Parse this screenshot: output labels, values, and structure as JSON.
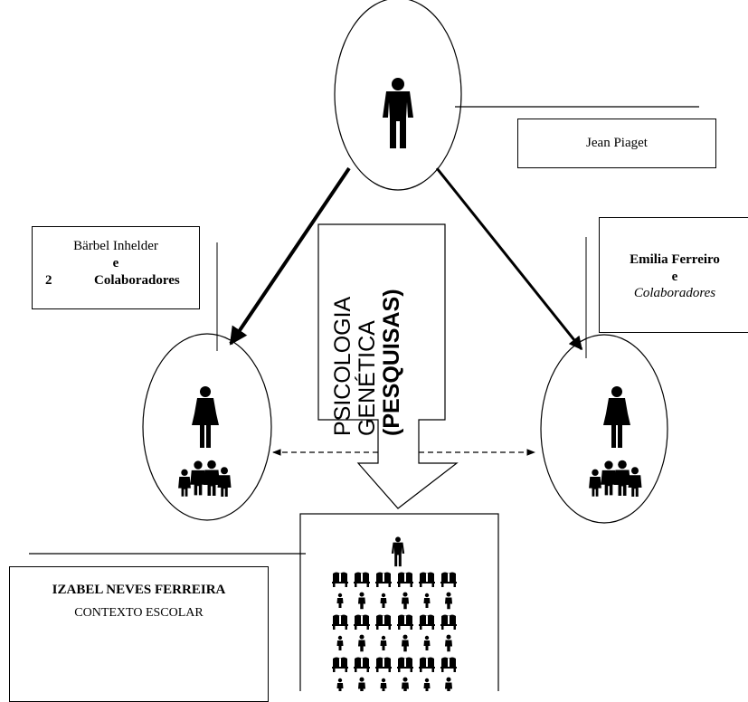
{
  "nodes": {
    "piaget": {
      "name": "Jean Piaget"
    },
    "inhelder": {
      "line1": "Bärbel Inhelder",
      "conj": "e",
      "num": "2",
      "collab": "Colaboradores"
    },
    "ferreiro": {
      "name": "Emilia Ferreiro",
      "conj": "e",
      "collab": "Colaboradores"
    },
    "izabel": {
      "name": "IZABEL NEVES FERREIRA",
      "context": "CONTEXTO ESCOLAR"
    }
  },
  "center_arrow": {
    "line1": "PSICOLOGIA",
    "line2": "GENÉTICA",
    "line3": "(PESQUISAS)"
  },
  "icons": [
    "person-icon",
    "family-icon",
    "classroom-icon",
    "student-desk-icon"
  ],
  "colors": {
    "stroke": "#000000",
    "background": "#ffffff"
  }
}
